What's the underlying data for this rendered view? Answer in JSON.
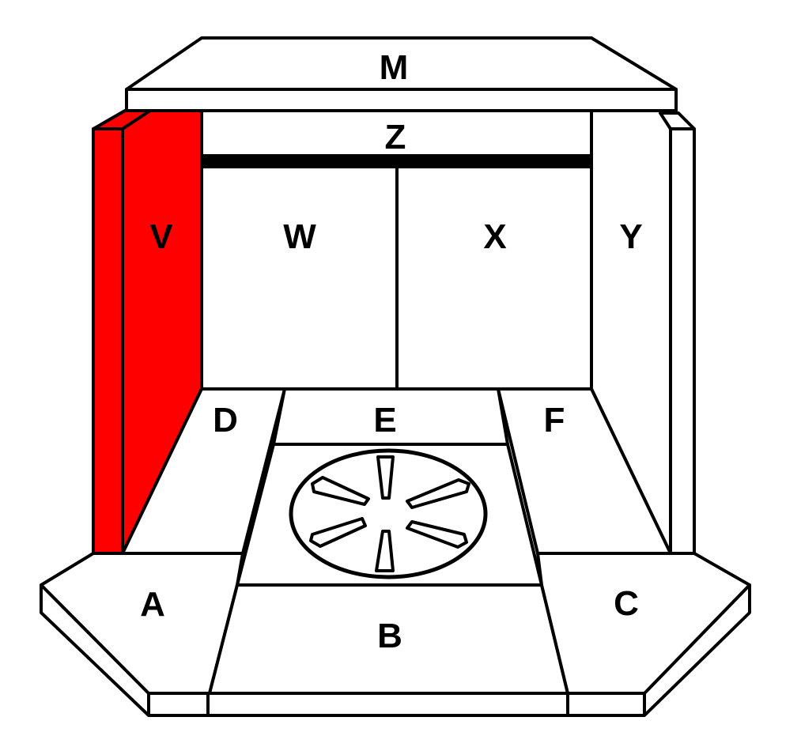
{
  "title": "Firebox panel diagram",
  "colors": {
    "highlight": "#ff0000",
    "line": "#000000",
    "panel": "#ffffff"
  },
  "highlighted_panel": "V",
  "labels": {
    "M": "M",
    "Z": "Z",
    "V": "V",
    "W": "W",
    "X": "X",
    "Y": "Y",
    "D": "D",
    "E": "E",
    "F": "F",
    "A": "A",
    "B": "B",
    "C": "C"
  }
}
